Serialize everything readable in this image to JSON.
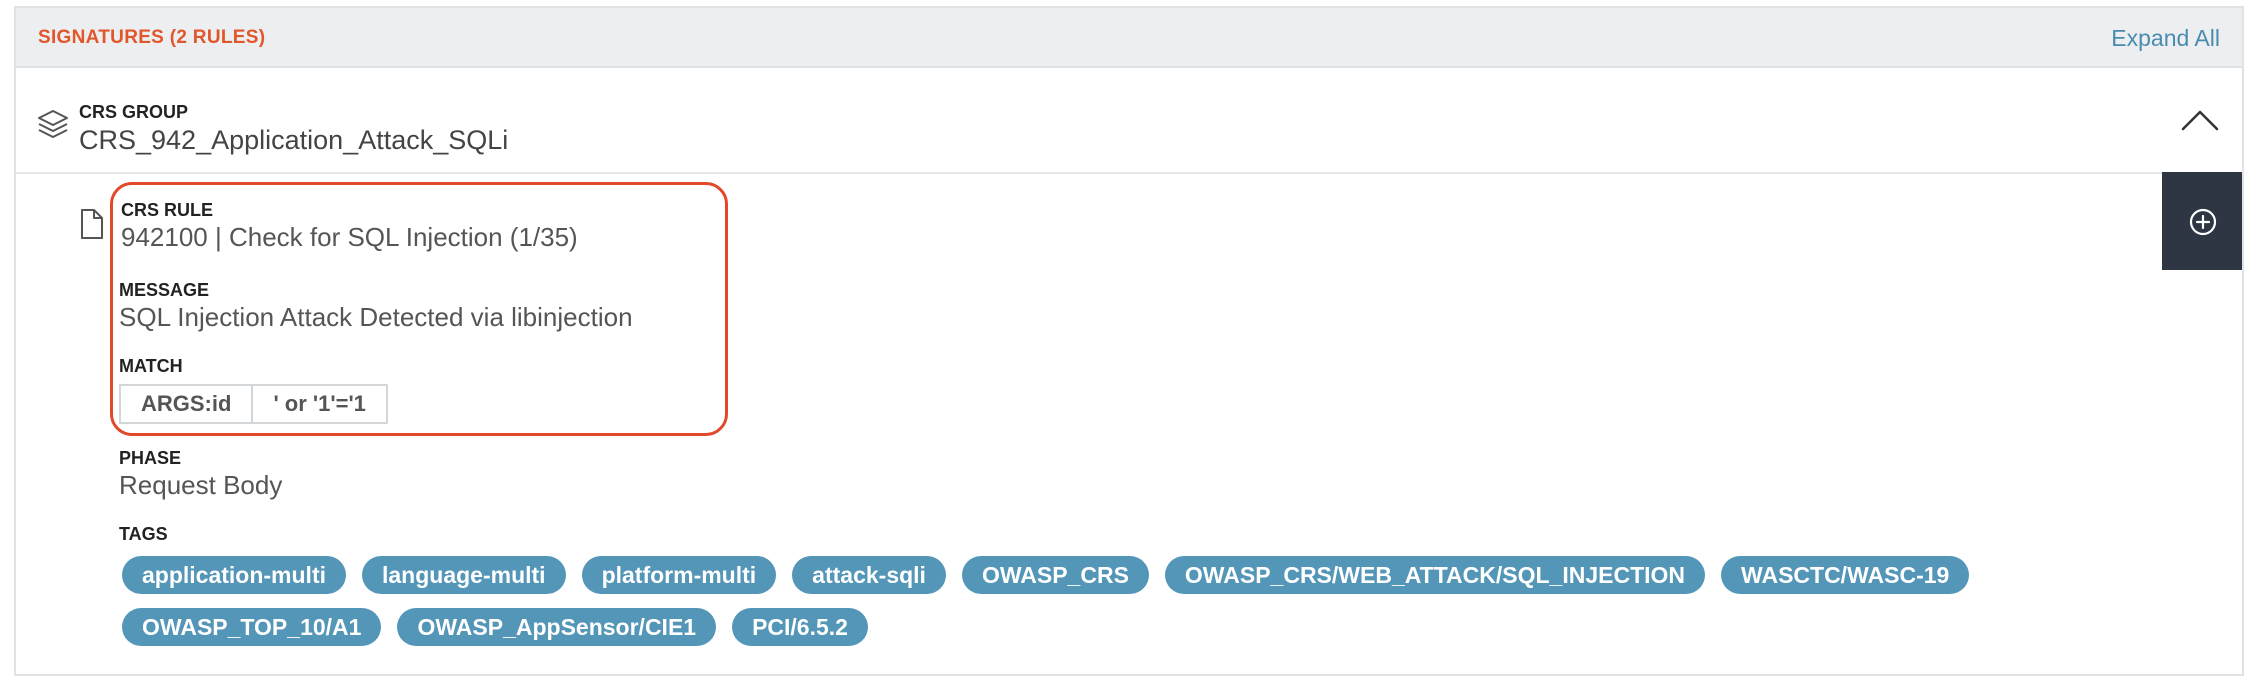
{
  "panel": {
    "title": "SIGNATURES (2 RULES)",
    "expand_all": "Expand All"
  },
  "group": {
    "label": "CRS GROUP",
    "name": "CRS_942_Application_Attack_SQLi"
  },
  "rule": {
    "label": "CRS RULE",
    "value": "942100 | Check for SQL Injection (1/35)",
    "message_label": "MESSAGE",
    "message": "SQL Injection Attack Detected via libinjection",
    "match_label": "MATCH",
    "match": [
      "ARGS:id",
      "' or '1'='1"
    ],
    "phase_label": "PHASE",
    "phase": "Request Body",
    "tags_label": "TAGS",
    "tags": [
      "application-multi",
      "language-multi",
      "platform-multi",
      "attack-sqli",
      "OWASP_CRS",
      "OWASP_CRS/WEB_ATTACK/SQL_INJECTION",
      "WASCTC/WASC-19",
      "OWASP_TOP_10/A1",
      "OWASP_AppSensor/CIE1",
      "PCI/6.5.2"
    ]
  },
  "colors": {
    "title": "#e2562b",
    "link": "#4a8cb0",
    "tag": "#5396b8",
    "highlight": "#e2482a",
    "add_button": "#2d3642"
  },
  "icons": {
    "group": "layers-icon",
    "collapse": "chevron-up-icon",
    "rule": "file-icon",
    "add": "plus-circle-icon"
  }
}
